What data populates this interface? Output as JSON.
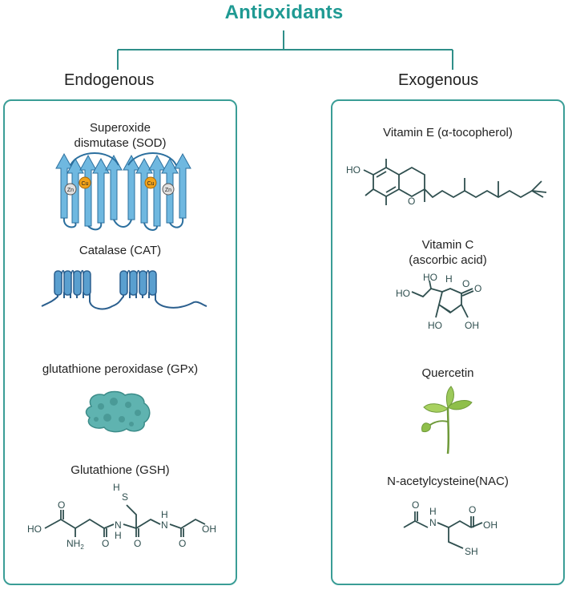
{
  "title": "Antioxidants",
  "branches": {
    "endogenous": {
      "label": "Endogenous",
      "items": [
        {
          "label": "Superoxide\ndismutase (SOD)",
          "icon": "sod-protein-structure-icon"
        },
        {
          "label": "Catalase (CAT)",
          "icon": "catalase-membrane-protein-icon"
        },
        {
          "label": "glutathione peroxidase (GPx)",
          "icon": "gpx-protein-blob-icon"
        },
        {
          "label": "Glutathione (GSH)",
          "icon": "glutathione-structure-icon"
        }
      ]
    },
    "exogenous": {
      "label": "Exogenous",
      "items": [
        {
          "label": "Vitamin E (α-tocopherol)",
          "icon": "vitamin-e-structure-icon"
        },
        {
          "label": "Vitamin C\n(ascorbic acid)",
          "icon": "vitamin-c-structure-icon"
        },
        {
          "label": "Quercetin",
          "icon": "plant-sprout-icon"
        },
        {
          "label": "N-acetylcysteine(NAC)",
          "icon": "nac-structure-icon"
        }
      ]
    }
  },
  "sod": {
    "metal_zn": "Zn",
    "metal_cu": "Cu"
  },
  "chem": {
    "oh": "OH",
    "ho": "HO",
    "o": "O",
    "o_dbl": "O",
    "h": "H",
    "n": "N",
    "nh2": "NH",
    "sub2": "2",
    "s": "S",
    "sh": "SH"
  },
  "colors": {
    "accent": "#1f9a93",
    "panel_border": "#3a9d96",
    "protein": "#5aa9d6",
    "protein_dark": "#2b6f9e",
    "bond": "#2f4f4f",
    "leaf": "#8fbf4a"
  }
}
